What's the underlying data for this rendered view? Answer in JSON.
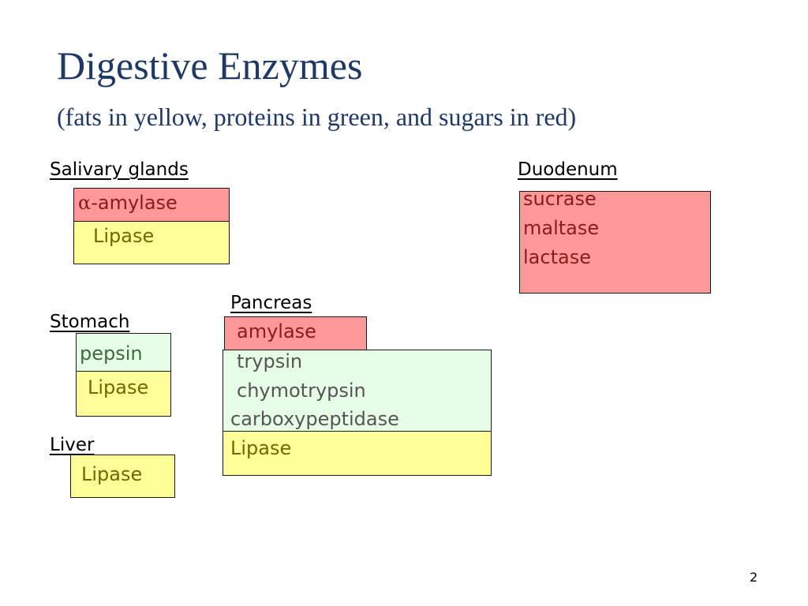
{
  "slide": {
    "title": "Digestive Enzymes",
    "subtitle": "(fats in yellow, proteins in green, and sugars in red)",
    "page_number": "2"
  },
  "salivary": {
    "label": "Salivary glands",
    "amylase_prefix": "α",
    "amylase": "-amylase",
    "lipase": "Lipase"
  },
  "stomach": {
    "label": "Stomach",
    "pepsin": "pepsin",
    "lipase": "Lipase"
  },
  "liver": {
    "label": "Liver",
    "lipase": "Lipase"
  },
  "pancreas": {
    "label": "Pancreas",
    "amylase": "amylase",
    "trypsin": "trypsin",
    "chymotrypsin": "chymotrypsin",
    "carboxypeptidase": "carboxypeptidase",
    "lipase": "Lipase"
  },
  "duodenum": {
    "label": "Duodenum",
    "sucrase": "sucrase",
    "maltase": "maltase",
    "lactase": "lactase"
  },
  "colors": {
    "title": "#1f3864",
    "sugars_fill": "#ff9999",
    "fats_fill": "#ffff99",
    "proteins_fill": "#e6fde6"
  }
}
